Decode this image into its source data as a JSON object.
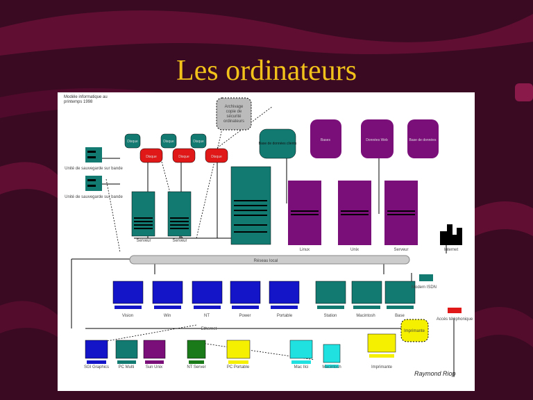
{
  "slide": {
    "title": "Les ordinateurs"
  },
  "diagram": {
    "header": [
      "Modèle informatique au",
      "printemps 1998"
    ],
    "archive": [
      "Archivage",
      "copie de",
      "sécurité",
      "ordinateurs"
    ],
    "small_disks": [
      "Disque",
      "Disque",
      "Disque"
    ],
    "red_disks": [
      "Disque",
      "Disque",
      "Disque"
    ],
    "backup_units": [
      "Unité de sauvegarde sur bande",
      "Unité de sauvegarde sur bande"
    ],
    "teal_disk": "Base de données clients",
    "purple_disks": [
      "Bases",
      "Données Web",
      "Base de données"
    ],
    "servers": [
      "Serveur",
      "Serveur"
    ],
    "purple_servers": [
      "Linux",
      "Unix",
      "Serveur"
    ],
    "internet": "Internet",
    "bus": "Réseau local",
    "blue_pcs": [
      "Vision",
      "Win",
      "NT",
      "Power",
      "Portable"
    ],
    "teal_pcs": [
      "Station",
      "Macintosh",
      "Base"
    ],
    "modem": "Modem ISDN",
    "phone": "Accès téléphonique",
    "ethernet": "Ethernet",
    "bottom": [
      "SGI Graphics",
      "PC Multi",
      "Sun Unix",
      "NT Server",
      "PC Portable",
      "Mac IIci",
      "Macintosh",
      "Imprimante"
    ],
    "printer_disk": "Imprimante",
    "author": "Raymond Riop"
  },
  "colors": {
    "background": "#3a0a22",
    "title": "#f2c21a",
    "teal": "#137a72",
    "purple": "#7a0f7a",
    "red": "#e01818",
    "blue": "#1414c8"
  }
}
